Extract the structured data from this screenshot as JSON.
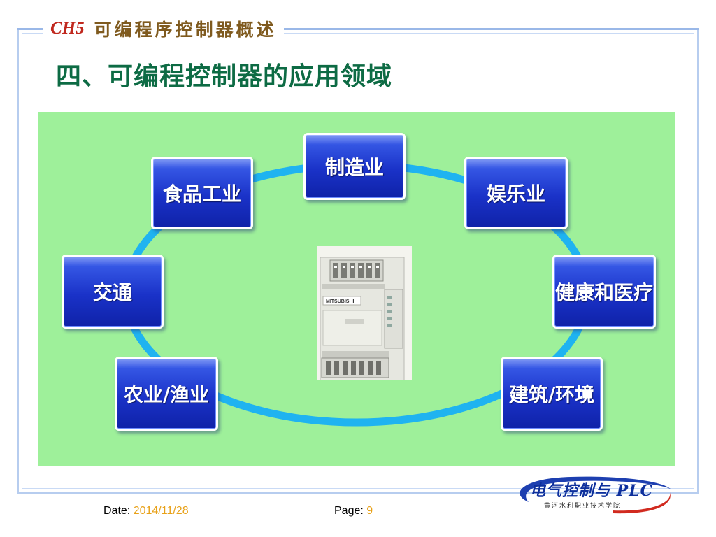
{
  "header": {
    "chapter_code": "CH5",
    "chapter_title": "可编程序控制器概述"
  },
  "section_title": "四、可编程控制器的应用领域",
  "diagram": {
    "center_image": "plc-controller",
    "center_brand": "MITSUBISHI",
    "nodes": {
      "manufacturing": "制造业",
      "food_industry": "食品工业",
      "entertainment": "娱乐业",
      "transportation": "交通",
      "healthcare": "健康和医疗",
      "agriculture_fishery": "农业/渔业",
      "construction_environment": "建筑/环境"
    },
    "colors": {
      "background": "#9ef09a",
      "ring": "#1fb3f0",
      "node": "#1a32c8"
    }
  },
  "footer": {
    "date_label": "Date:",
    "date_value": "2014/11/28",
    "page_label": "Page:",
    "page_value": "9"
  },
  "logo": {
    "main_text": "电气控制与 PLC",
    "sub_text": "黄河水利职业技术学院"
  }
}
